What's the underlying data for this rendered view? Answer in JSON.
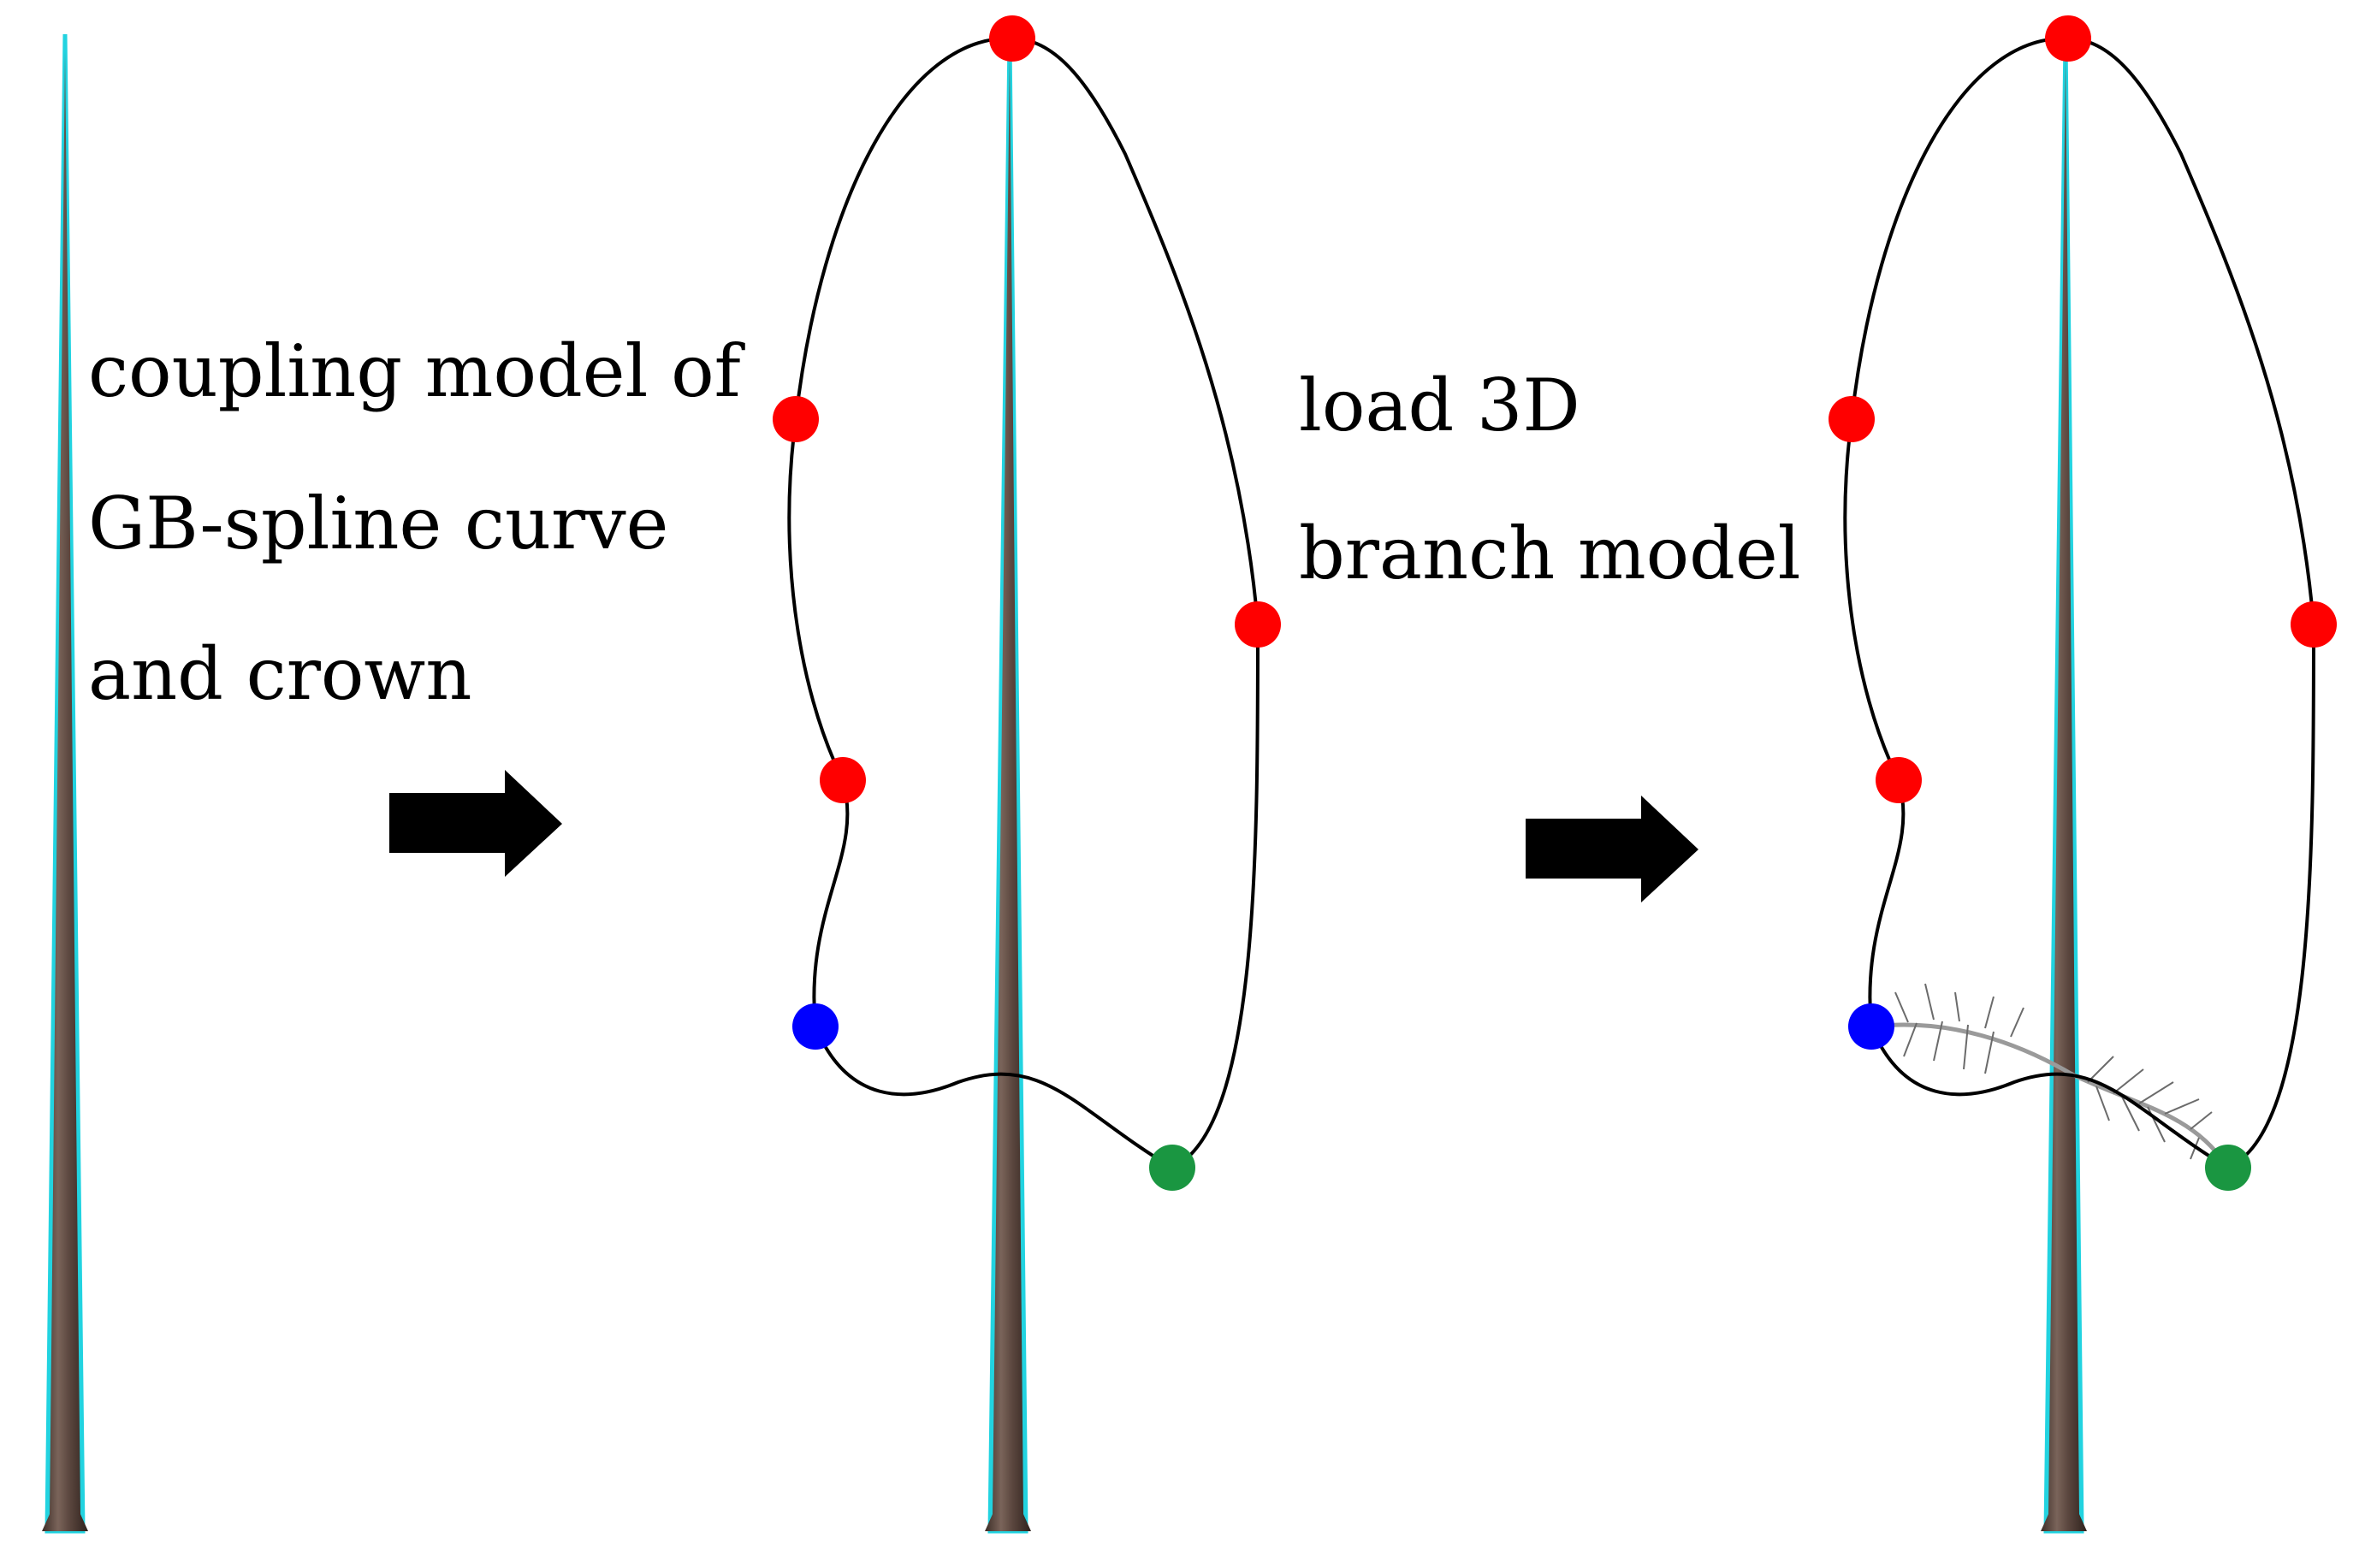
{
  "labels": {
    "step1_line1": "coupling model of",
    "step1_line2": "GB-spline curve",
    "step1_line3": "and crown",
    "step2_line1": "load 3D",
    "step2_line2": "branch model"
  },
  "colors": {
    "background": "#ffffff",
    "curve": "#000000",
    "arrow": "#000000",
    "control_point_red": "#ff0000",
    "control_point_blue": "#0000ff",
    "control_point_green": "#1a9641",
    "trunk_bark": "#5a463e",
    "trunk_outline": "#22d3e0",
    "branch": "#8a8a8a"
  },
  "icons": {
    "arrow1": "right-arrow-icon",
    "arrow2": "right-arrow-icon"
  }
}
